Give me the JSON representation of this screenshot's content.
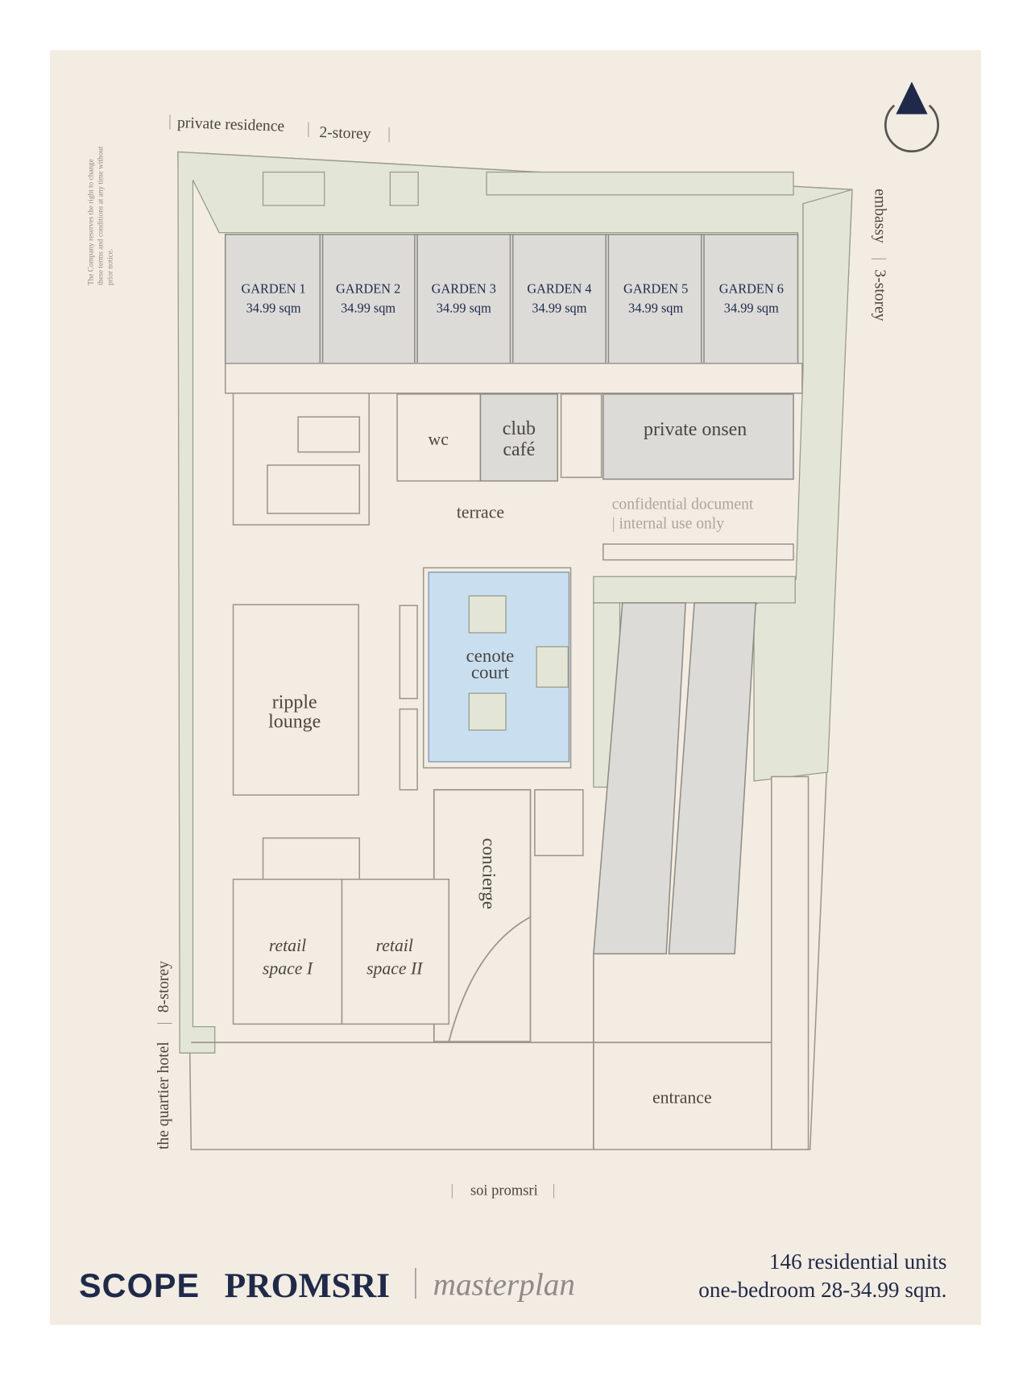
{
  "disclaimer": [
    "The Company reserves the right to change",
    "these terms and conditions at any time without",
    "prior notice."
  ],
  "neighbors": {
    "top": {
      "name": "private residence",
      "storeys": "2-storey"
    },
    "right": {
      "name": "embassy",
      "storeys": "3-storey"
    },
    "left": {
      "name": "the quartier hotel",
      "storeys": "8-storey"
    },
    "road": "soi promsri"
  },
  "gardens": [
    {
      "name": "GARDEN 1",
      "area": "34.99 sqm"
    },
    {
      "name": "GARDEN 2",
      "area": "34.99 sqm"
    },
    {
      "name": "GARDEN 3",
      "area": "34.99 sqm"
    },
    {
      "name": "GARDEN 4",
      "area": "34.99 sqm"
    },
    {
      "name": "GARDEN 5",
      "area": "34.99 sqm"
    },
    {
      "name": "GARDEN 6",
      "area": "34.99 sqm"
    }
  ],
  "rooms": {
    "wc": "wc",
    "club_cafe": [
      "club",
      "café"
    ],
    "private_onsen": "private onsen",
    "terrace": "terrace",
    "cenote_court": [
      "cenote",
      "court"
    ],
    "ripple_lounge": [
      "ripple",
      "lounge"
    ],
    "concierge": "concierge",
    "retail_1": [
      "retail",
      "space I"
    ],
    "retail_2": [
      "retail",
      "space II"
    ],
    "entrance": "entrance"
  },
  "watermark": [
    "confidential document",
    "| internal use only"
  ],
  "footer": {
    "brand": "SCOPE",
    "project": "PROMSRI",
    "subtitle": "masterplan",
    "units": "146 residential units",
    "unit_type": "one-bedroom 28-34.99 sqm."
  },
  "colors": {
    "navy": "#1f2a4a",
    "paper": "#f3ece2",
    "pool": "#c9dff0",
    "landscape": "#e3e6d6"
  },
  "icons": {
    "compass": "north-arrow-icon"
  }
}
